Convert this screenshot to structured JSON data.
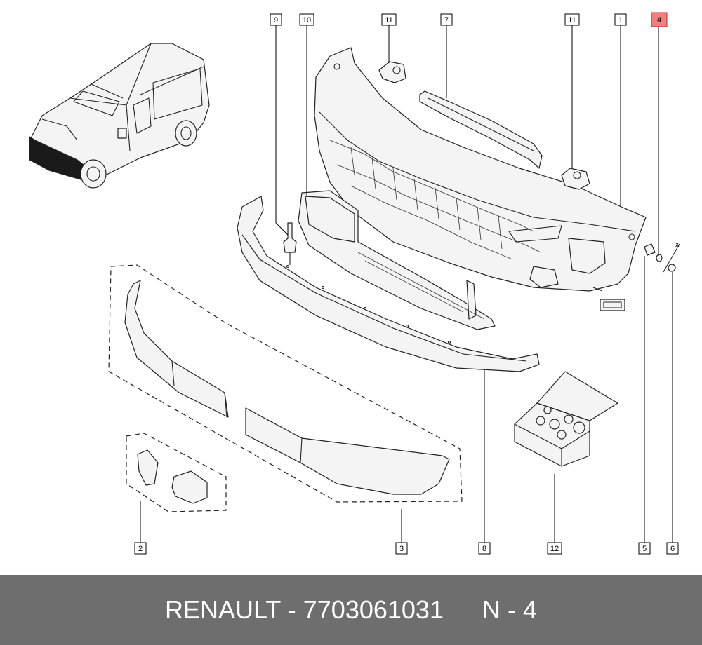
{
  "footer": {
    "brand": "RENAULT",
    "separator": "-",
    "part_number": "7703061031",
    "position_label": "N - 4"
  },
  "callouts": {
    "c1": "1",
    "c2": "2",
    "c3": "3",
    "c4": "4",
    "c5": "5",
    "c6": "6",
    "c7": "7",
    "c8": "8",
    "c9": "9",
    "c10": "10",
    "c11a": "11",
    "c11b": "11",
    "c12": "12",
    "x_mark": "x"
  },
  "highlight": {
    "callout": "4",
    "color": "#f08080"
  }
}
